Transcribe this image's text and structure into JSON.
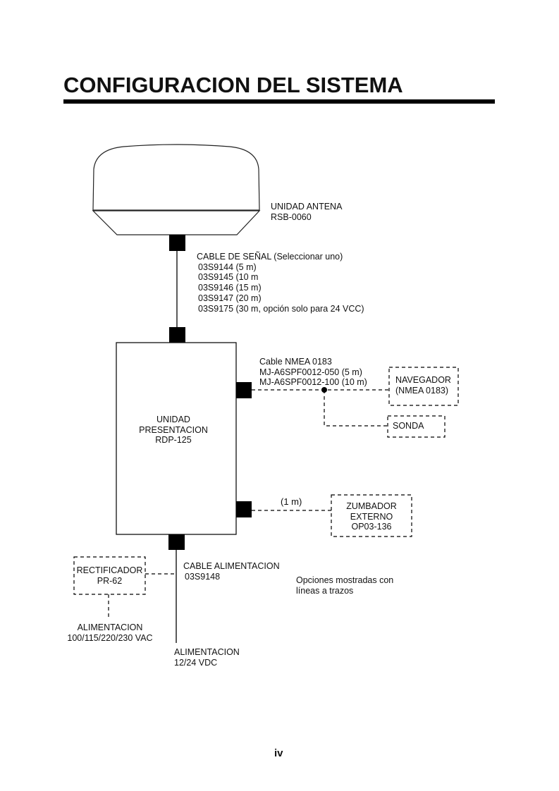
{
  "page": {
    "title": "CONFIGURACION DEL SISTEMA",
    "page_number": "iv"
  },
  "antenna": {
    "name": "UNIDAD ANTENA",
    "model": "RSB-0060"
  },
  "signal_cable": {
    "header": "CABLE DE SEÑAL (Seleccionar uno)",
    "options": [
      "03S9144 (5 m)",
      "03S9145 (10 m",
      "03S9146 (15 m)",
      "03S9147 (20 m)",
      "03S9175 (30 m, opción solo para 24 VCC)"
    ]
  },
  "display_unit": {
    "line1": "UNIDAD",
    "line2": "PRESENTACION",
    "model": "RDP-125"
  },
  "nmea_cable": {
    "header": "Cable NMEA 0183",
    "options": [
      "MJ-A6SPF0012-050 (5 m)",
      "MJ-A6SPF0012-100 (10 m)"
    ]
  },
  "navigator": {
    "line1": "NAVEGADOR",
    "line2": "(NMEA 0183)"
  },
  "sounder": {
    "name": "SONDA"
  },
  "buzzer": {
    "cable_length": "(1 m)",
    "line1": "ZUMBADOR",
    "line2": "EXTERNO",
    "model": "OP03-136"
  },
  "power_cable": {
    "name": "CABLE ALIMENTACION",
    "model": "03S9148"
  },
  "rectifier": {
    "name": "RECTIFICADOR",
    "model": "PR-62"
  },
  "ac_power": {
    "line1": "ALIMENTACION",
    "line2": "100/115/220/230 VAC"
  },
  "dc_power": {
    "line1": "ALIMENTACION",
    "line2": "12/24 VDC"
  },
  "note": {
    "line1": "Opciones mostradas con",
    "line2": "líneas a trazos"
  }
}
